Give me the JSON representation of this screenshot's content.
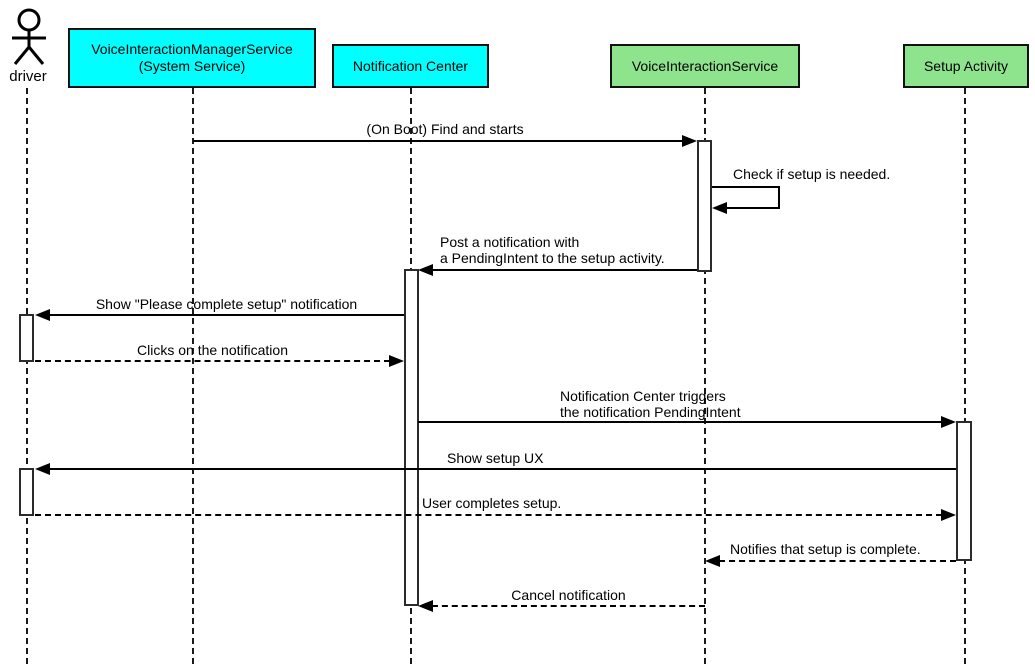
{
  "diagram_type": "uml-sequence",
  "colors": {
    "participant_cyan": "#00FFFF",
    "participant_green": "#8DE48D",
    "line": "#000000",
    "background": "#FFFFFF"
  },
  "participants": [
    {
      "id": "driver",
      "kind": "actor",
      "label": "driver"
    },
    {
      "id": "vims",
      "kind": "box",
      "label": "VoiceInteractionManagerService\n(System Service)",
      "fill": "#00FFFF"
    },
    {
      "id": "nc",
      "kind": "box",
      "label": "Notification Center",
      "fill": "#00FFFF"
    },
    {
      "id": "vis",
      "kind": "box",
      "label": "VoiceInteractionService",
      "fill": "#8DE48D"
    },
    {
      "id": "sa",
      "kind": "box",
      "label": "Setup Activity",
      "fill": "#8DE48D"
    }
  ],
  "messages": [
    {
      "label": "(On Boot) Find and starts",
      "from": "vims",
      "to": "vis",
      "line": "solid",
      "arrow": "right"
    },
    {
      "label": "Check if setup is needed.",
      "from": "vis",
      "to": "vis",
      "line": "solid",
      "arrow": "left",
      "self": true
    },
    {
      "label": "Post a notification with\na PendingIntent to the setup activity.",
      "from": "vis",
      "to": "nc",
      "line": "solid",
      "arrow": "left"
    },
    {
      "label": "Show \"Please complete setup\" notification",
      "from": "nc",
      "to": "driver",
      "line": "solid",
      "arrow": "left"
    },
    {
      "label": "Clicks on the notification",
      "from": "driver",
      "to": "nc",
      "line": "dashed",
      "arrow": "right"
    },
    {
      "label": "Notification Center triggers\nthe notification PendingIntent",
      "from": "nc",
      "to": "sa",
      "line": "solid",
      "arrow": "right"
    },
    {
      "label": "Show setup UX",
      "from": "sa",
      "to": "driver",
      "line": "solid",
      "arrow": "left"
    },
    {
      "label": "User completes setup.",
      "from": "driver",
      "to": "sa",
      "line": "dashed",
      "arrow": "right"
    },
    {
      "label": "Notifies that setup is complete.",
      "from": "sa",
      "to": "vis",
      "line": "dashed",
      "arrow": "left"
    },
    {
      "label": "Cancel notification",
      "from": "vis",
      "to": "nc",
      "line": "dashed",
      "arrow": "left"
    }
  ]
}
